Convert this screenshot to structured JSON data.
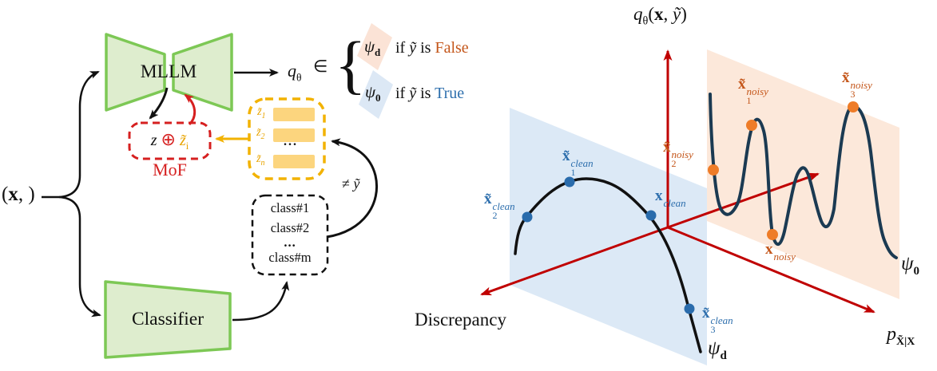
{
  "colors": {
    "green_stroke": "#7dc855",
    "green_fill": "#deedce",
    "red": "#d62020",
    "axis_red": "#c00000",
    "gold": "#f2b200",
    "gold_bar": "#fcd57e",
    "gold_text": "#e8a400",
    "blue_text": "#2e6fad",
    "blue_dot": "#2a6cac",
    "blue_plane": "#dce9f6",
    "orange_text": "#c4561a",
    "orange_dot": "#ee7c28",
    "orange_plane": "#fce8da",
    "navy_curve": "#1b3a52",
    "black": "#111111"
  },
  "left": {
    "input": {
      "open": "(",
      "x": "x",
      "close": ", )"
    },
    "brace_out": "{",
    "mllm_label": "MLLM",
    "classifier_label": "Classifier",
    "q_out": {
      "base": "q",
      "sub": "θ",
      "elem": "∈"
    },
    "cases": [
      {
        "psi": "ψ",
        "psi_sub": "d",
        "cond_if": "if ",
        "cond_y": "ỹ",
        "cond_is": " is ",
        "value": "False"
      },
      {
        "psi": "ψ",
        "psi_sub": "0",
        "cond_if": "if ",
        "cond_y": "ỹ",
        "cond_is": " is ",
        "value": "True"
      }
    ],
    "mof": {
      "z": "z",
      "op": "⊕",
      "zt": "z̃",
      "zt_sub": "i",
      "label": "MoF"
    },
    "bank": {
      "items": [
        {
          "base": "z̃",
          "sub": "1"
        },
        {
          "base": "z̃",
          "sub": "2"
        },
        {
          "base": "z̃",
          "sub": "n"
        }
      ],
      "ellipsis": "..."
    },
    "neq": {
      "sym": "≠ ",
      "y": "ỹ"
    },
    "class_box": {
      "lines": [
        "class#1",
        "class#2",
        "...",
        "class#m"
      ]
    }
  },
  "plot": {
    "y_axis": {
      "base": "q",
      "sub": "θ",
      "open": "(",
      "x": "x",
      "comma": ", ",
      "ytilde": "ỹ",
      "close": ")"
    },
    "x_axis_left": "Discrepancy",
    "p_axis": {
      "base": "p",
      "sub": "X̃|X"
    },
    "psi_d": {
      "base": "ψ",
      "sub": "d"
    },
    "psi_0": {
      "base": "ψ",
      "sub": "0"
    },
    "clean_points": [
      {
        "base": "x̃",
        "sub": "2",
        "sup": "clean"
      },
      {
        "base": "x̃",
        "sub": "1",
        "sup": "clean"
      },
      {
        "base": "x",
        "sub": "",
        "sup": "clean"
      },
      {
        "base": "x̃",
        "sub": "3",
        "sup": "clean"
      }
    ],
    "noisy_points": [
      {
        "base": "x̃",
        "sub": "2",
        "sup": "noisy"
      },
      {
        "base": "x̃",
        "sub": "1",
        "sup": "noisy"
      },
      {
        "base": "x",
        "sub": "",
        "sup": "noisy"
      },
      {
        "base": "x̃",
        "sub": "3",
        "sup": "noisy"
      }
    ]
  }
}
